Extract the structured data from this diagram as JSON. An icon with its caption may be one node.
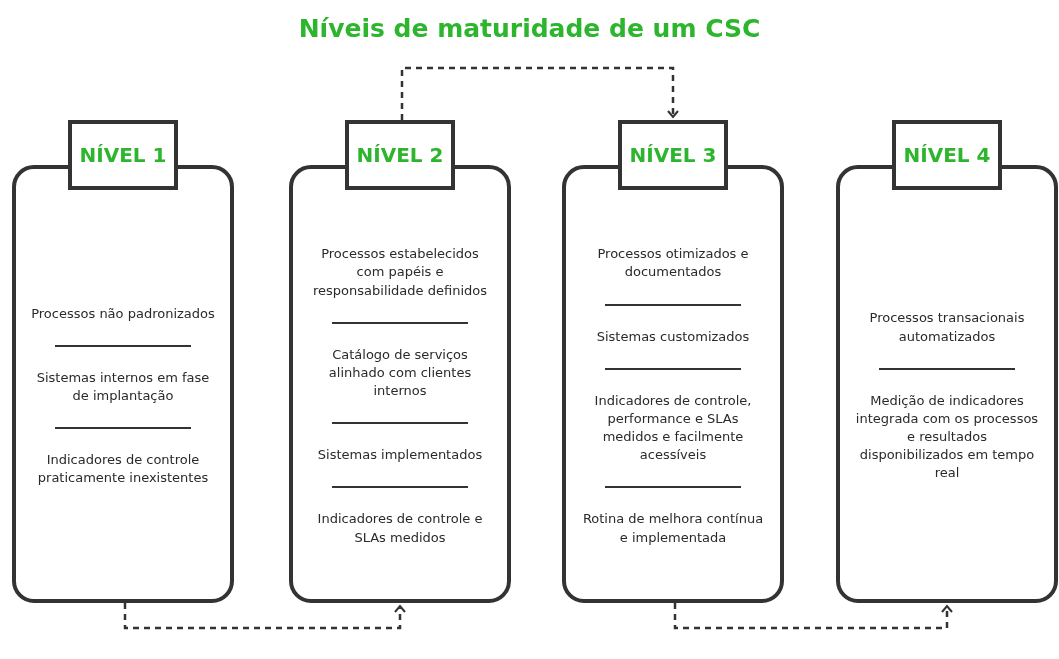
{
  "diagram": {
    "title": "Níveis de maturidade de um CSC",
    "nodes": [
      {
        "text": [
          "NÍVEL 1",
          "Processos não padronizados",
          "Sistemas internos em fase de implantação",
          "Indicadores de controle praticamente inexistentes"
        ]
      },
      {
        "text": [
          "NÍVEL 2",
          "Processos estabelecidos com papéis e responsabilidade definidos",
          "Catálogo de serviços alinhado com clientes internos",
          "Sistemas implementados",
          "Indicadores de controle e SLAs medidos"
        ]
      },
      {
        "text": [
          "NÍVEL 3",
          "Processos otimizados e documentados",
          "Sistemas customizados",
          "Indicadores de controle, performance e SLAs medidos e facilmente acessíveis",
          "Rotina de melhora contínua e implementada"
        ]
      },
      {
        "text": [
          "NÍVEL 4",
          "Processos transacionais automatizados",
          "Medição de indicadores integrada com os processos e resultados disponibilizados em tempo real"
        ]
      }
    ],
    "edges": [
      {
        "from": 0,
        "to": 1,
        "arrow": "to",
        "style": "dashed"
      },
      {
        "from": 1,
        "to": 2,
        "arrow": "to",
        "style": "dashed"
      },
      {
        "from": 2,
        "to": 3,
        "arrow": "to",
        "style": "dashed"
      }
    ]
  }
}
